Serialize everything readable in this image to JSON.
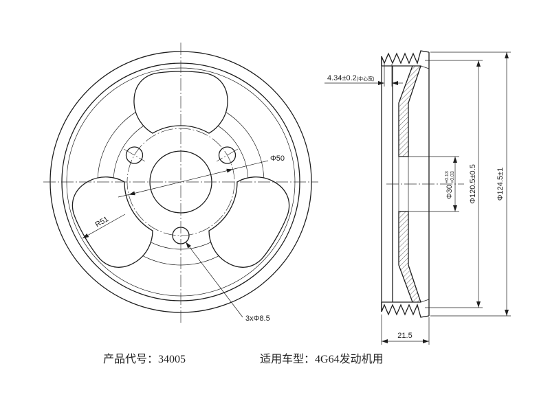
{
  "front_view": {
    "pitch_dia_label": "Φ50",
    "window_radius_label": "R51",
    "bolt_holes_label": "3xΦ8.5"
  },
  "side_view": {
    "groove_center_width_value": "4.34±0.2",
    "groove_center_width_note": "(中心宽)",
    "bore_dia_label": "Φ30",
    "bore_tol_upper": "+0.13",
    "bore_tol_lower": "+0.03",
    "groove_dia_label": "Φ120.5±0.5",
    "outer_dia_label": "Φ124.5±1",
    "width_label": "21.5"
  },
  "footer": {
    "product_code_label": "产品代号：",
    "product_code": "34005",
    "vehicle_model_label": "适用车型：",
    "vehicle_model": "4G64发动机用"
  }
}
